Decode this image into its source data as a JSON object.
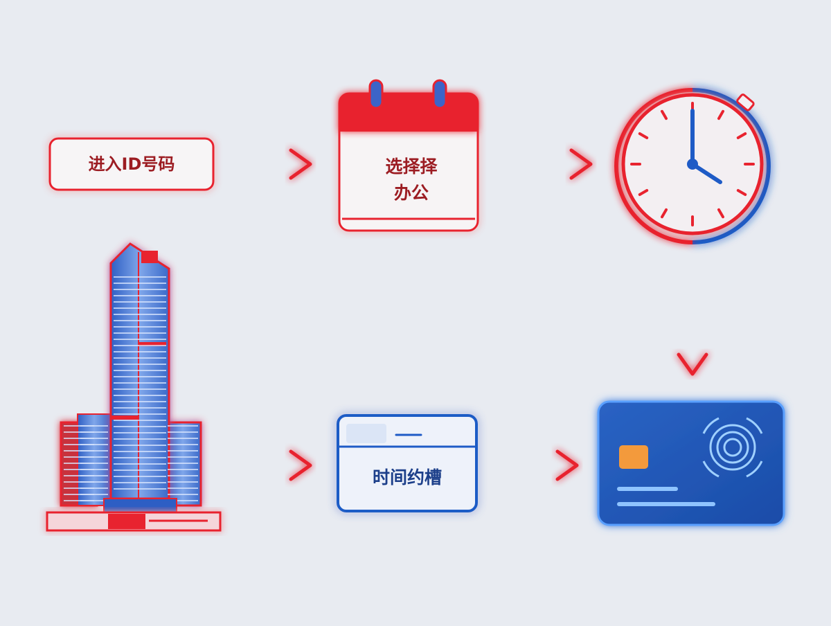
{
  "steps": {
    "enter_id": "进入ID号码",
    "select_office_line1": "选择择",
    "select_office_line2": "办公",
    "time_slot": "时间约槽"
  },
  "icons": {
    "calendar": "calendar-icon",
    "clock": "stopwatch-icon",
    "building": "office-building-icon",
    "card": "access-card-icon"
  },
  "colors": {
    "background": "#e8ebf1",
    "red": "#e8232f",
    "blue": "#1e5bc6",
    "card_blue": "#1f58b5",
    "chip": "#f39a3c",
    "text_red": "#9c1c22",
    "text_blue": "#1c3f8a"
  }
}
